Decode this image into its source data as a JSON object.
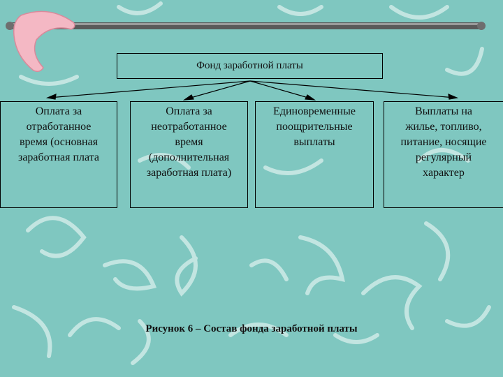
{
  "diagram": {
    "root": "Фонд заработной платы",
    "children": [
      {
        "lines": [
          "Оплата за",
          "отработанное",
          "время (основная",
          "заработная плата"
        ]
      },
      {
        "lines": [
          "Оплата за",
          "неотработанное",
          "время",
          "(дополнительная",
          "заработная плата)"
        ]
      },
      {
        "lines": [
          "Единовременные",
          "поощрительные",
          "выплаты"
        ]
      },
      {
        "lines": [
          "Выплаты на",
          "жилье, топливо,",
          "питание, носящие",
          "регулярный",
          "характер"
        ]
      }
    ],
    "caption": "Рисунок 6 – Состав фонда заработной платы"
  },
  "colors": {
    "background": "#7fc7c0",
    "pattern": "#e8f4f2",
    "bar": "#5a5a5a",
    "accent": "#f4b8c4"
  }
}
